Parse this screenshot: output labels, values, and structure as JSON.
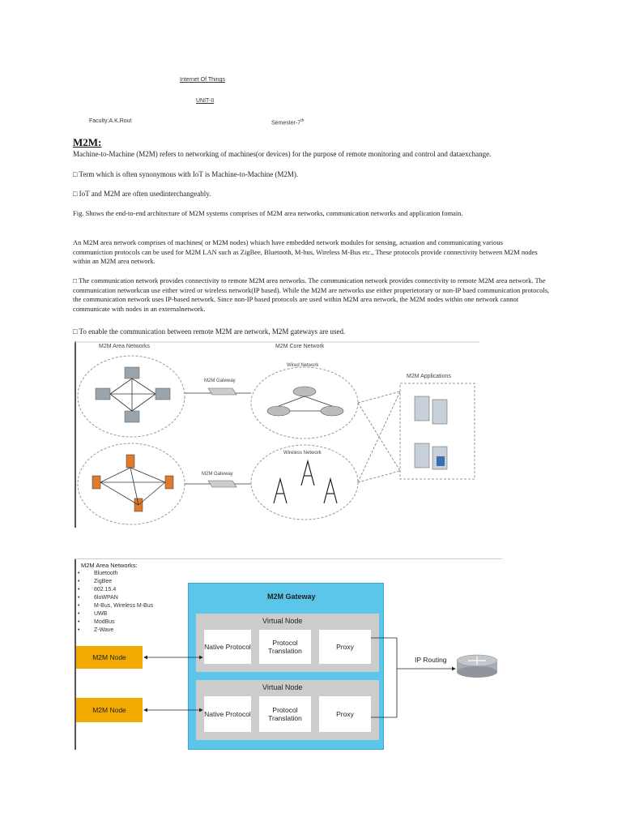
{
  "header": {
    "course": "Internet Of Things",
    "unit": "UNIT-II",
    "faculty": "Faculty:A.K.Rout",
    "semester": "Semester-7",
    "semester_sup": "th"
  },
  "section": {
    "title": "M2M:",
    "definition": "Machine-to-Machine (M2M) refers to networking of machines(or devices) for the purpose of remote monitoring and control and dataexchange.",
    "bullet1": "□ Term which is often synonymous with IoT is Machine-to-Machine (M2M).",
    "bullet2": "□ IoT and M2M are often usedinterchangeably.",
    "fig_caption": "Fig. Shows the end-to-end architecture of M2M systems comprises of M2M area networks, communication networks and application fomain.",
    "para_area": "An M2M area network comprises of machines( or M2M nodes) whiach have embedded network modules for sensing, actuation and communicating various communiction protocols can be used for M2M LAN such as ZigBee, Bluetooth, M-bus, Wireless M-Bus etc., These protocols provide connectivity between M2M nodes within an M2M area network.",
    "para_comm": "□ The communication network provides connectivity to remote M2M area networks. The communication network provides connectivity to remote M2M area network. The communication networkcan use either wired or wireless network(IP based). While the M2M are networks use either properietorary or non-IP baed communication protocols, the communication network uses IP-based network. Since non-IP based protocols are used within M2M area network, the M2M nodes within one network cannot communicate with nodes in an externalnetwork.",
    "bullet3": "□ To enable the communication between remote M2M are network, M2M gateways are used."
  },
  "figure1": {
    "area_networks": "M2M Area Networks",
    "core_network": "M2M Core Network",
    "wired_network": "Wired Network",
    "wireless_network": "Wireless Network",
    "gateway1": "M2M Gateway",
    "gateway2": "M2M Gateway",
    "applications": "M2M Applications"
  },
  "figure2": {
    "area_title": "M2M Area Networks:",
    "networks": [
      "Bluetooth",
      "ZigBee",
      "802.15.4",
      "6loWPAN",
      "M-Bus, Wireless M-Bus",
      "UWB",
      "ModBus",
      "Z-Wave"
    ],
    "gateway_title": "M2M Gateway",
    "virtual_node1": "Virtual Node",
    "virtual_node2": "Virtual Node",
    "native": "Native Protocol",
    "translation": "Protocol Translation",
    "proxy": "Proxy",
    "native2": "Native Protocol",
    "translation2": "Protocol Translation",
    "proxy2": "Proxy",
    "node1": "M2M Node",
    "node2": "M2M Node",
    "ip_routing": "IP Routing",
    "colors": {
      "gateway_bg": "#5bc6ea",
      "node_bg": "#f2a900",
      "vnode_bg": "#cccccc",
      "box_bg": "#ffffff"
    }
  }
}
